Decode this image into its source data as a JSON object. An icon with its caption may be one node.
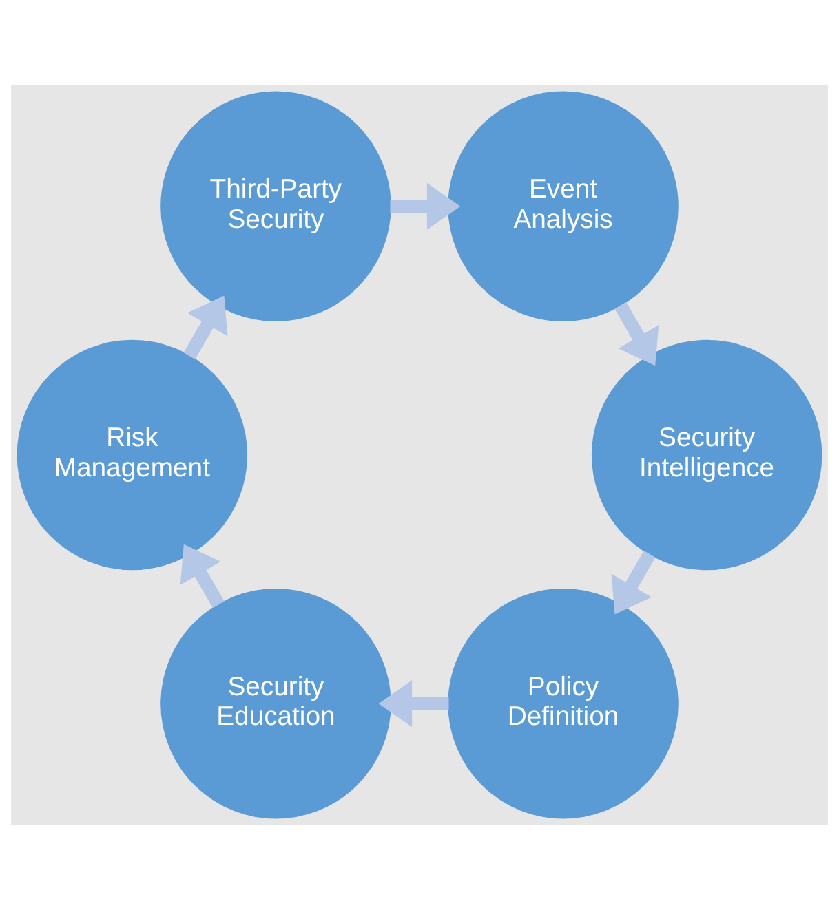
{
  "diagram": {
    "nodes": [
      {
        "text": [
          "Policy Definition"
        ]
      },
      {
        "text": [
          "Security Education"
        ]
      },
      {
        "text": [
          "Risk Management"
        ]
      },
      {
        "text": [
          "Third-Party Security"
        ]
      },
      {
        "text": [
          "Event Analysis"
        ]
      },
      {
        "text": [
          "Security Intelligence"
        ]
      }
    ],
    "edges": [
      {
        "from": 0,
        "to": 1,
        "arrow": "to"
      },
      {
        "from": 1,
        "to": 2,
        "arrow": "to"
      },
      {
        "from": 2,
        "to": 3,
        "arrow": "to"
      },
      {
        "from": 3,
        "to": 4,
        "arrow": "to"
      },
      {
        "from": 4,
        "to": 5,
        "arrow": "to"
      },
      {
        "from": 5,
        "to": 0,
        "arrow": "to"
      }
    ]
  }
}
